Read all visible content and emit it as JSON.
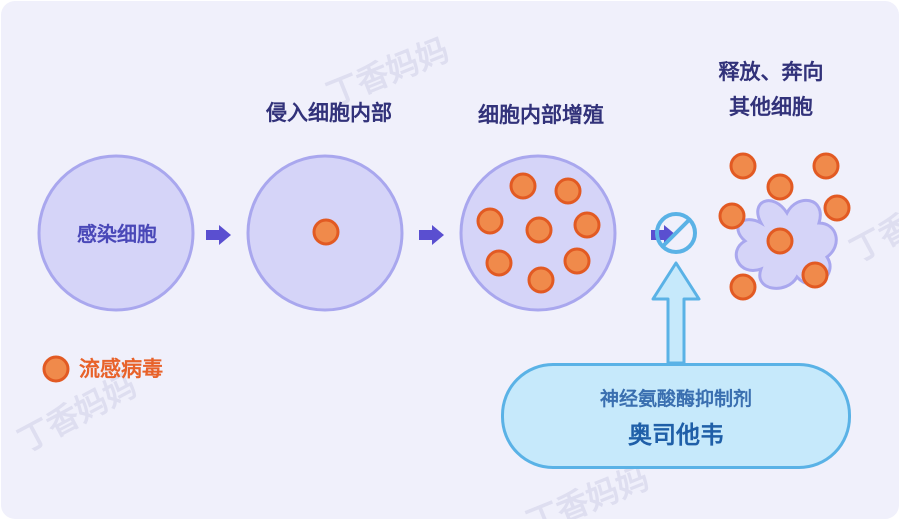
{
  "labels": {
    "step2": "侵入细胞内部",
    "step3": "细胞内部增殖",
    "step4_line1": "释放、奔向",
    "step4_line2": "其他细胞"
  },
  "cell1_text": "感染细胞",
  "legend": {
    "label": "流感病毒"
  },
  "drug": {
    "line1": "神经氨酸酶抑制剂",
    "line2": "奥司他韦"
  },
  "watermark": "丁香妈妈",
  "colors": {
    "background": "#f0f0fb",
    "cell_fill": "#d5d4f8",
    "cell_border": "#a9a7ee",
    "virus_fill": "#f08a4b",
    "virus_border": "#e25a23",
    "arrow": "#5a4fd0",
    "drug_fill": "#c6e9fb",
    "drug_border": "#5ab2e6"
  }
}
